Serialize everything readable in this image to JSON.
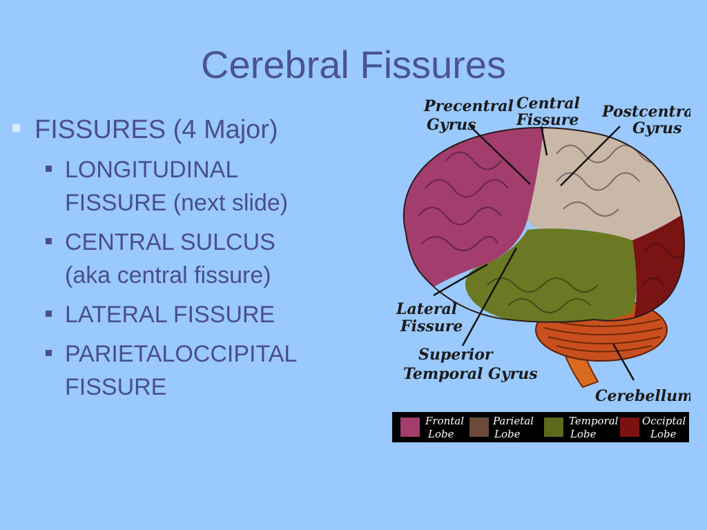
{
  "slide": {
    "title": "Cerebral Fissures",
    "bullets": [
      {
        "text": "FISSURES (4 Major)",
        "children": [
          [
            "LONGITUDINAL",
            "FISSURE (next slide)"
          ],
          [
            "CENTRAL SULCUS",
            "(aka central fissure)"
          ],
          [
            "LATERAL FISSURE"
          ],
          [
            "PARIETALOCCIPITAL",
            "FISSURE"
          ]
        ]
      }
    ]
  },
  "figure": {
    "labels": {
      "precentral_gyrus": [
        "Precentral",
        "Gyrus"
      ],
      "central_fissure": [
        "Central",
        "Fissure"
      ],
      "postcentral_gyrus": [
        "Postcentral",
        "Gyrus"
      ],
      "lateral_fissure": [
        "Lateral",
        "Fissure"
      ],
      "superior_temporal_gyrus": [
        "Superior",
        "Temporal Gyrus"
      ],
      "cerebellum": "Cerebellum"
    },
    "legend": [
      {
        "line1": "Frontal",
        "line2": "Lobe",
        "color": "#a33d6e"
      },
      {
        "line1": "Parietal",
        "line2": "Lobe",
        "color": "#6b4a3a"
      },
      {
        "line1": "Temporal",
        "line2": "Lobe",
        "color": "#5b6a1c"
      },
      {
        "line1": "Occiptal",
        "line2": "Lobe",
        "color": "#7a1212"
      }
    ],
    "lobe_colors": {
      "frontal": "#a33d6e",
      "parietal": "#c9b8a8",
      "temporal": "#6b7a22",
      "occipital": "#7a1414",
      "cerebellum": "#c9501e",
      "brainstem": "#d96a1e"
    }
  }
}
